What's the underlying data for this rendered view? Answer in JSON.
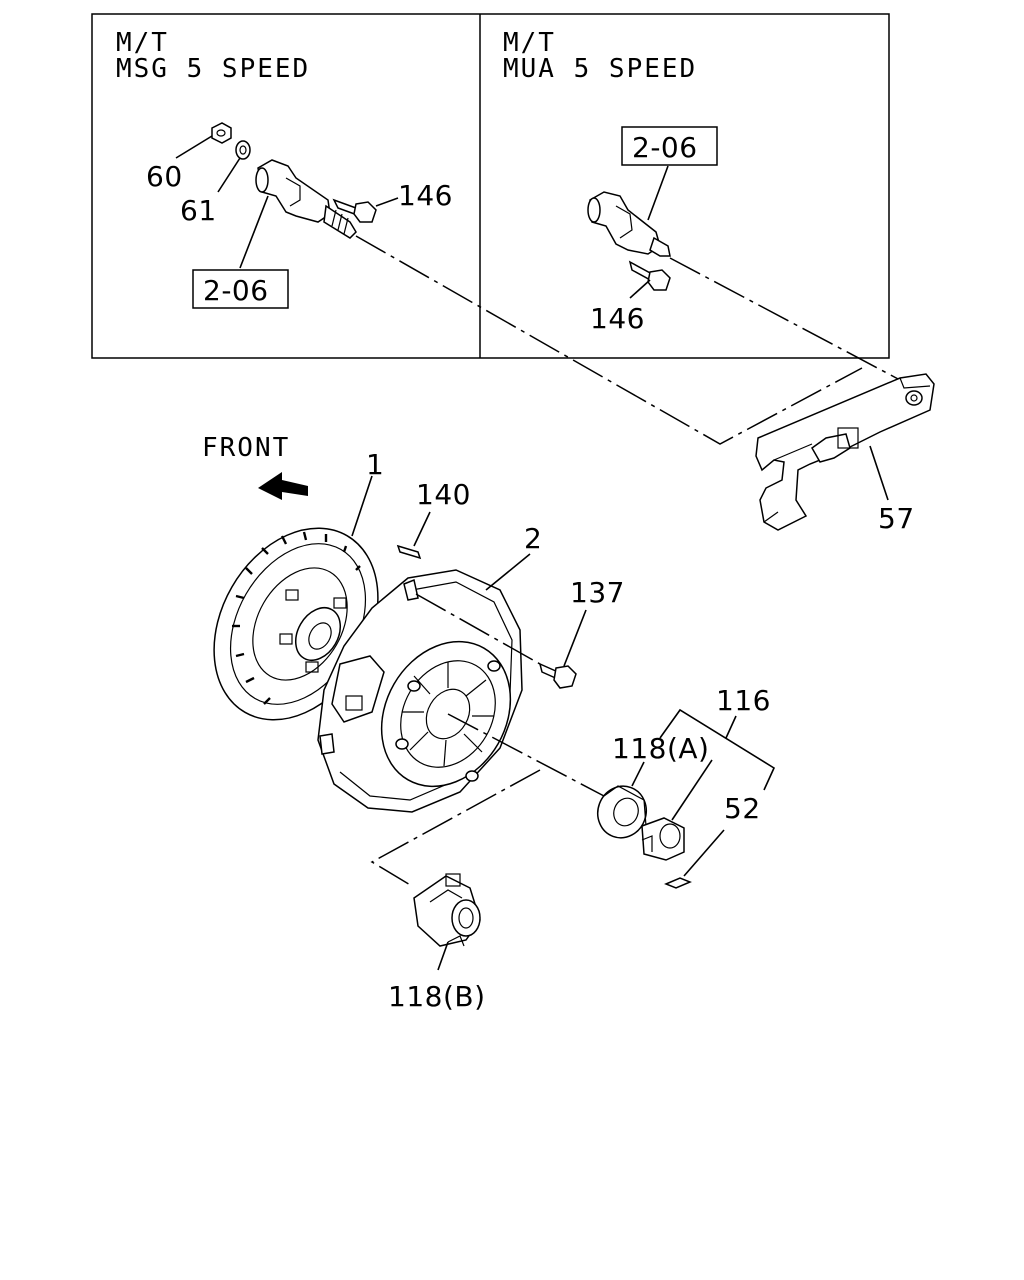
{
  "panels": {
    "left": {
      "line1": "M/T",
      "line2": "MSG 5 SPEED"
    },
    "right": {
      "line1": "M/T",
      "line2": "MUA 5 SPEED"
    }
  },
  "callouts": {
    "p60": "60",
    "p61": "61",
    "p146_left": "146",
    "ref_left": "2-06",
    "ref_right": "2-06",
    "p146_right": "146",
    "front": "FRONT",
    "p1": "1",
    "p140": "140",
    "p2": "2",
    "p137": "137",
    "p57": "57",
    "p116": "116",
    "p118a": "118(A)",
    "p52": "52",
    "p118b": "118(B)"
  }
}
